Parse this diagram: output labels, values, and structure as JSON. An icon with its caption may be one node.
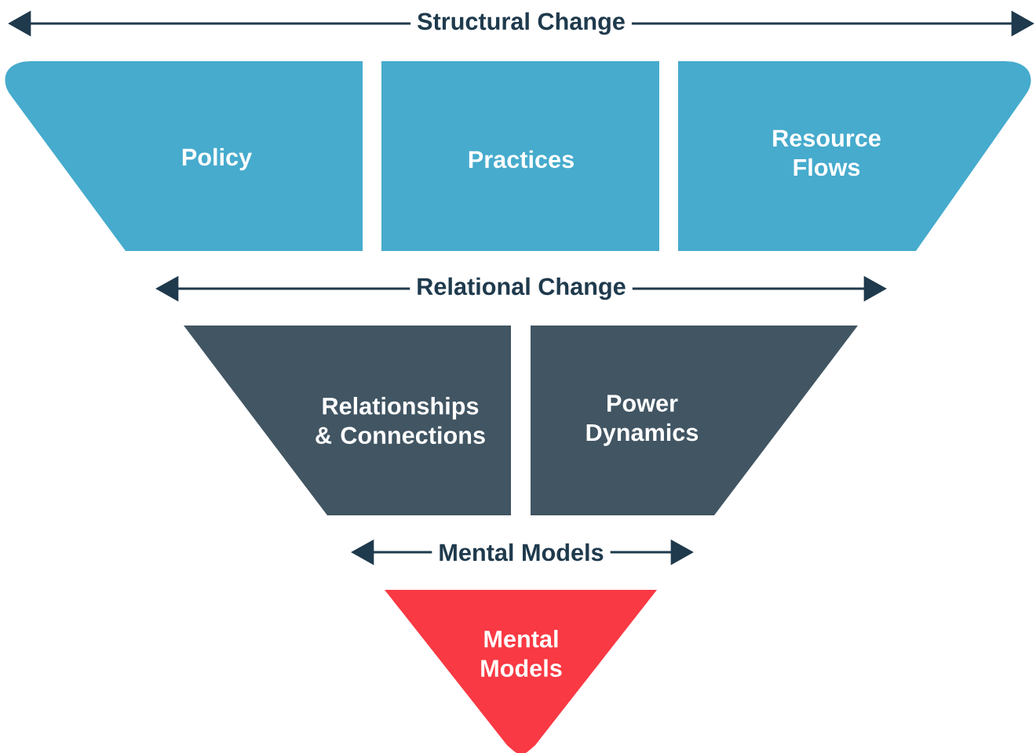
{
  "diagram": {
    "nodes": [
      {
        "text": [
          "Policy"
        ]
      },
      {
        "text": [
          "Practices"
        ]
      },
      {
        "text": [
          "Resource Flows"
        ]
      },
      {
        "text": [
          "Relationships & Connections"
        ]
      },
      {
        "text": [
          "Power Dynamics"
        ]
      },
      {
        "text": [
          "Mental Models"
        ]
      }
    ],
    "labels": [
      "Structural Change",
      "Relational Change",
      "Mental Models"
    ]
  }
}
